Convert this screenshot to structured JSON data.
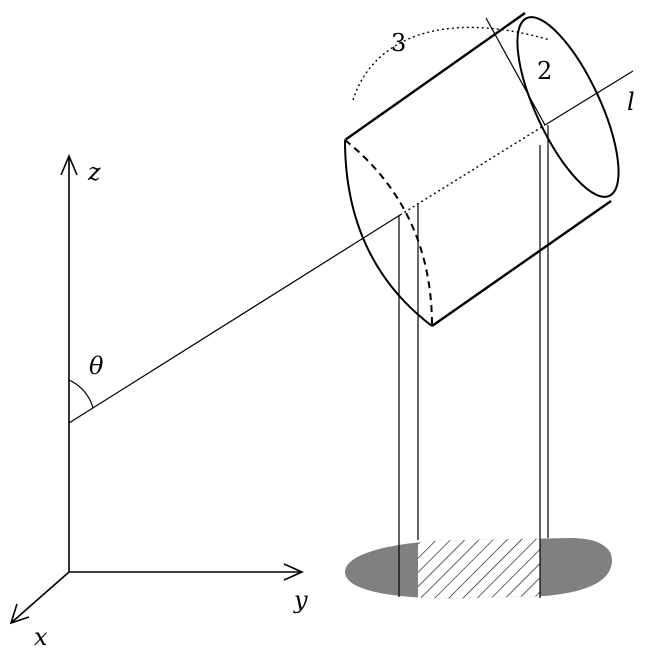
{
  "diagram": {
    "labels": {
      "z_axis": "z",
      "y_axis": "y",
      "x_axis": "x",
      "angle": "θ",
      "line": "l",
      "index_2": "2",
      "index_3": "3"
    },
    "colors": {
      "stroke": "#000000",
      "shadow_fill": "#808080",
      "background": "#ffffff"
    }
  }
}
